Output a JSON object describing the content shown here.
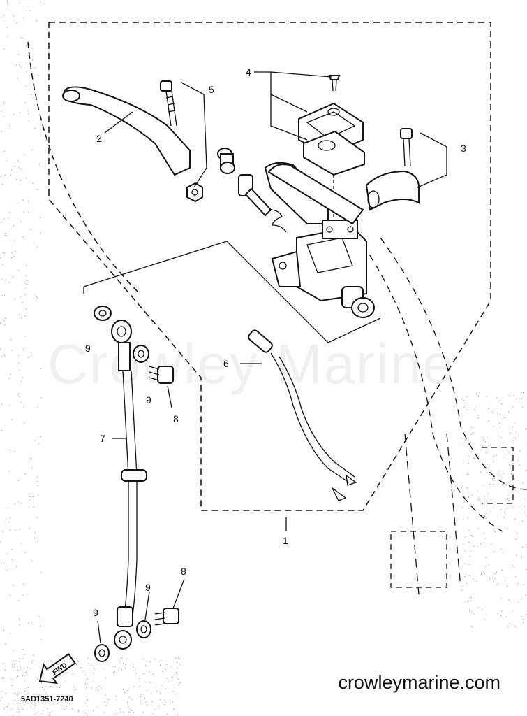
{
  "watermark": "Crowley Marine",
  "website": "crowleymarine.com",
  "drawing_number": "5AD1351-7240",
  "fwd_label": "FWD",
  "callouts": {
    "c1": "1",
    "c2": "2",
    "c3": "3",
    "c4": "4",
    "c5": "5",
    "c6": "6",
    "c7": "7",
    "c8a": "8",
    "c8b": "8",
    "c9a": "9",
    "c9b": "9",
    "c9c": "9",
    "c9d": "9"
  }
}
